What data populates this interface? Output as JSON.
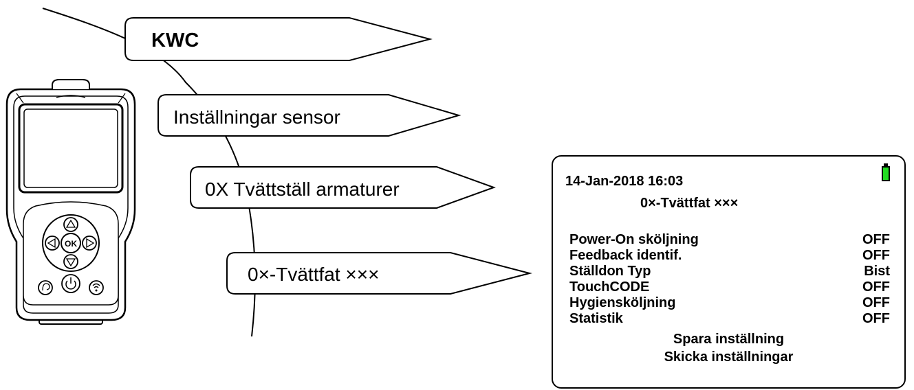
{
  "menu_path": [
    {
      "label": "KWC",
      "bold": true
    },
    {
      "label": "Inställningar sensor",
      "bold": false
    },
    {
      "label": "0X Tvättställ armaturer",
      "bold": false
    },
    {
      "label": "0×-Tvättfat ×××",
      "bold": false
    }
  ],
  "screen": {
    "datetime": "14-Jan-2018 16:03",
    "title": "0×-Tvättfat ×××",
    "battery_color": "#22dd22",
    "rows": [
      {
        "label": "Power-On sköljning",
        "value": "OFF"
      },
      {
        "label": "Feedback identif.",
        "value": "OFF"
      },
      {
        "label": "Ställdon Typ",
        "value": "Bist"
      },
      {
        "label": "TouchCODE",
        "value": "OFF"
      },
      {
        "label": "Hygiensköljning",
        "value": "OFF"
      },
      {
        "label": "Statistik",
        "value": "OFF"
      }
    ],
    "save_label": "Spara inställning",
    "send_label": "Skicka inställningar"
  },
  "device": {
    "ok_button_label": "OK"
  }
}
